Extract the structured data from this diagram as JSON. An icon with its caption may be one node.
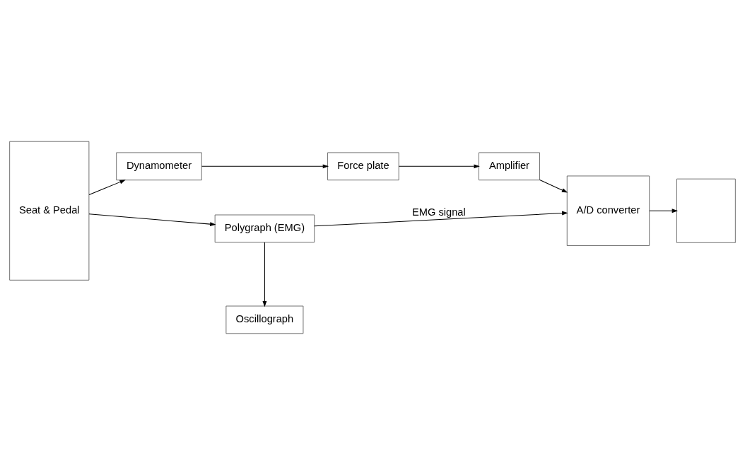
{
  "diagram": {
    "nodes": [
      {
        "text": [
          "Seat & Pedal"
        ]
      },
      {
        "text": [
          "Dynamometer"
        ]
      },
      {
        "text": [
          "Force plate"
        ]
      },
      {
        "text": [
          "Amplifier"
        ]
      },
      {
        "text": [
          "Polygraph (EMG)"
        ]
      },
      {
        "text": [
          "Oscillograph"
        ]
      },
      {
        "text": [
          "A/D converter"
        ]
      },
      {
        "text": [],
        "shape": "box"
      }
    ],
    "edges": [
      {
        "from": 0,
        "to": 1,
        "arrow": "to"
      },
      {
        "from": 1,
        "to": 2,
        "arrow": "to"
      },
      {
        "from": 2,
        "to": 3,
        "arrow": "to"
      },
      {
        "from": 0,
        "to": 4,
        "arrow": "to"
      },
      {
        "from": 4,
        "to": 5,
        "arrow": "to"
      },
      {
        "from": 3,
        "to": 6,
        "arrow": "to"
      },
      {
        "from": 4,
        "to": 6,
        "arrow": "to",
        "label": "EMG signal"
      },
      {
        "from": 6,
        "to": 7,
        "arrow": "to"
      }
    ]
  }
}
